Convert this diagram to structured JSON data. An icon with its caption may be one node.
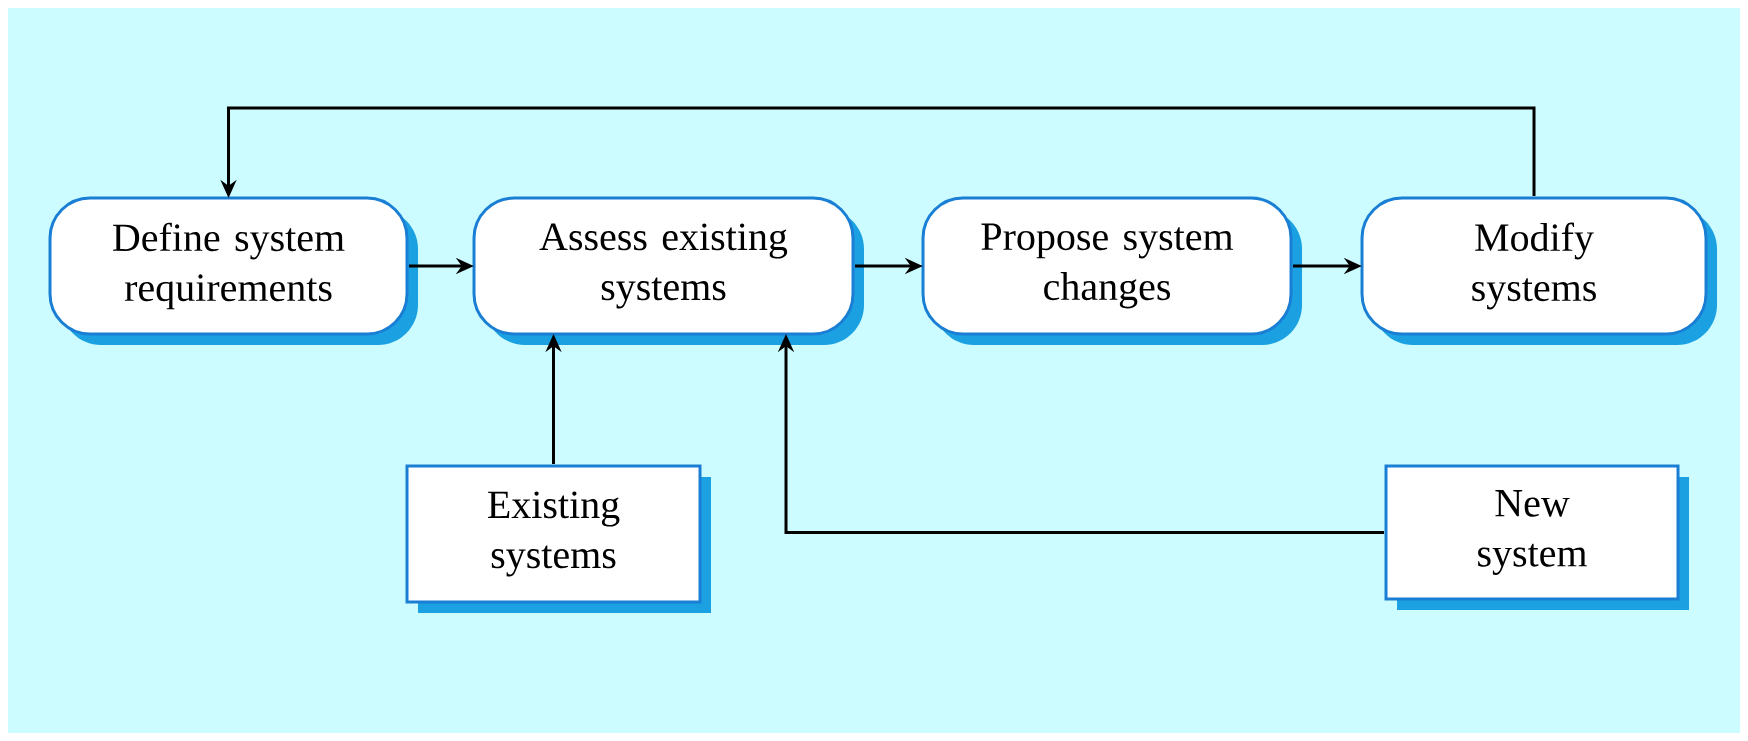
{
  "diagram": {
    "nodes": [
      {
        "text": [
          "Define system requirements"
        ]
      },
      {
        "text": [
          "Assess existing systems"
        ]
      },
      {
        "text": [
          "Propose system changes"
        ]
      },
      {
        "text": [
          "Modify systems"
        ]
      },
      {
        "text": [
          "Existing systems"
        ]
      },
      {
        "text": [
          "New system"
        ]
      }
    ],
    "edges": [
      {
        "from": 0,
        "to": 1,
        "arrow": "to"
      },
      {
        "from": 1,
        "to": 2,
        "arrow": "to"
      },
      {
        "from": 2,
        "to": 3,
        "arrow": "to"
      },
      {
        "from": 3,
        "to": 0,
        "arrow": "to"
      },
      {
        "from": 4,
        "to": 1,
        "arrow": "to"
      },
      {
        "from": 5,
        "to": 1,
        "arrow": "to"
      }
    ]
  }
}
